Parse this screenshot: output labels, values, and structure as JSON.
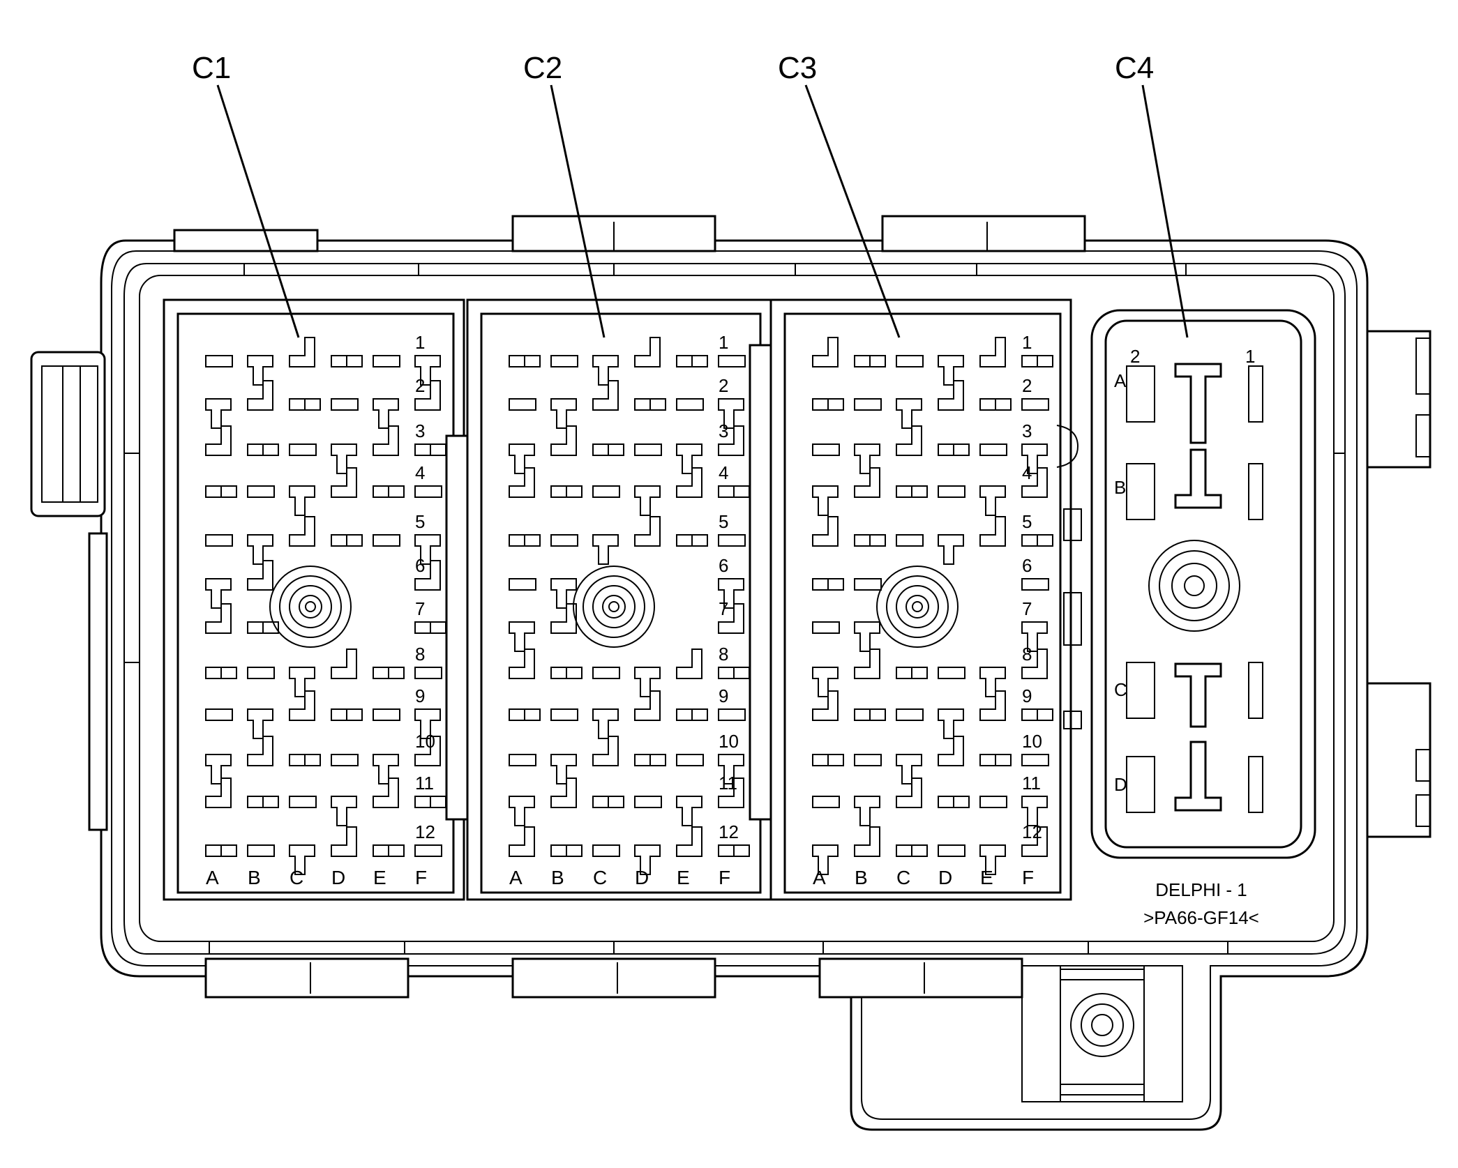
{
  "connectors": [
    {
      "name": "C1",
      "rows": [
        "1",
        "2",
        "3",
        "4",
        "5",
        "6",
        "7",
        "8",
        "9",
        "10",
        "11",
        "12"
      ],
      "columns": [
        "A",
        "B",
        "C",
        "D",
        "E",
        "F"
      ]
    },
    {
      "name": "C2",
      "rows": [
        "1",
        "2",
        "3",
        "4",
        "5",
        "6",
        "7",
        "8",
        "9",
        "10",
        "11",
        "12"
      ],
      "columns": [
        "A",
        "B",
        "C",
        "D",
        "E",
        "F"
      ]
    },
    {
      "name": "C3",
      "rows": [
        "1",
        "2",
        "3",
        "4",
        "5",
        "6",
        "7",
        "8",
        "9",
        "10",
        "11",
        "12"
      ],
      "columns": [
        "A",
        "B",
        "C",
        "D",
        "E",
        "F"
      ]
    },
    {
      "name": "C4",
      "pins": [
        "2",
        "1"
      ],
      "rows": [
        "A",
        "B",
        "C",
        "D"
      ]
    }
  ],
  "markings": {
    "line1": "DELPHI - 1",
    "line2": ">PA66-GF14<"
  }
}
